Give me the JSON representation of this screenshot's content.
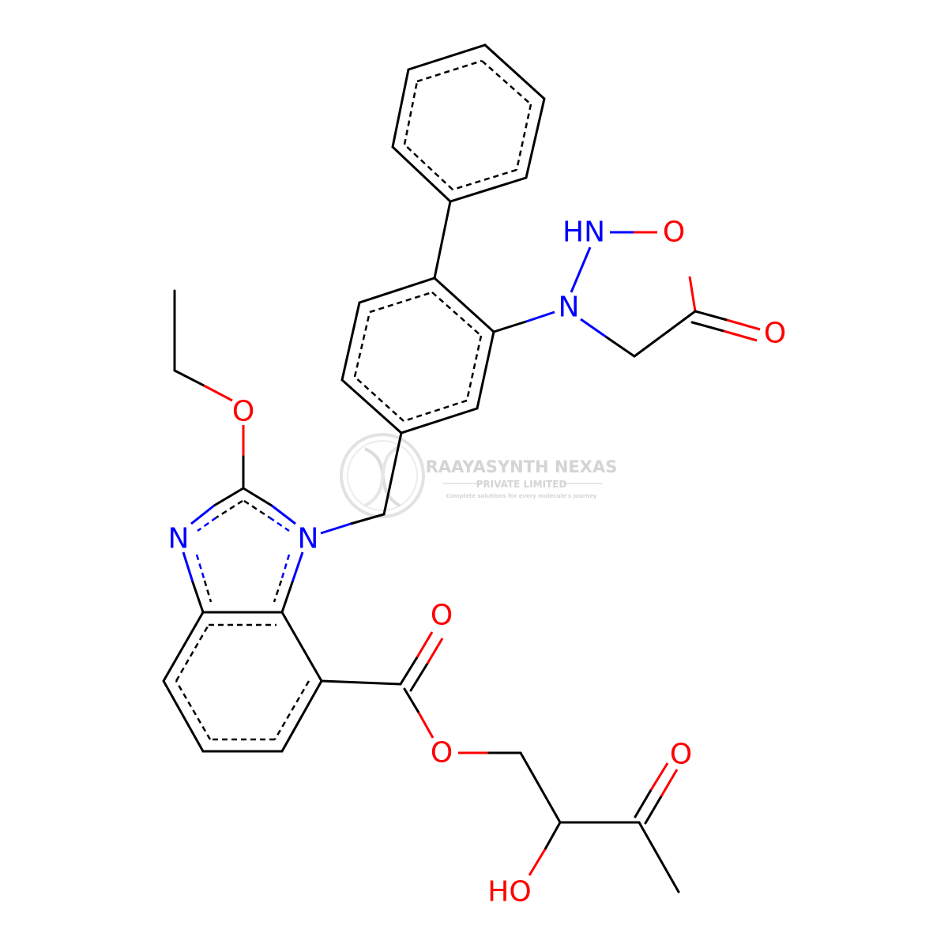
{
  "molecule": {
    "atom_labels": {
      "n1": "N",
      "n3": "N",
      "o_ethoxy": "O",
      "o_carbonyl": "O",
      "o_ester": "O",
      "o_ketone": "O",
      "ho": "HO",
      "n_ring": "N",
      "hn": "HN",
      "o_ring": "O",
      "o_oxo": "O"
    },
    "colors": {
      "bond": "#000000",
      "nitrogen": "#0000ff",
      "oxygen": "#ff0000",
      "watermark": "#d4d4d4"
    }
  },
  "watermark": {
    "company": "RAAYASYNTH NEXAS",
    "subtitle": "PRIVATE LIMITED",
    "tagline": "Complete solutions for every molecule's journey"
  }
}
